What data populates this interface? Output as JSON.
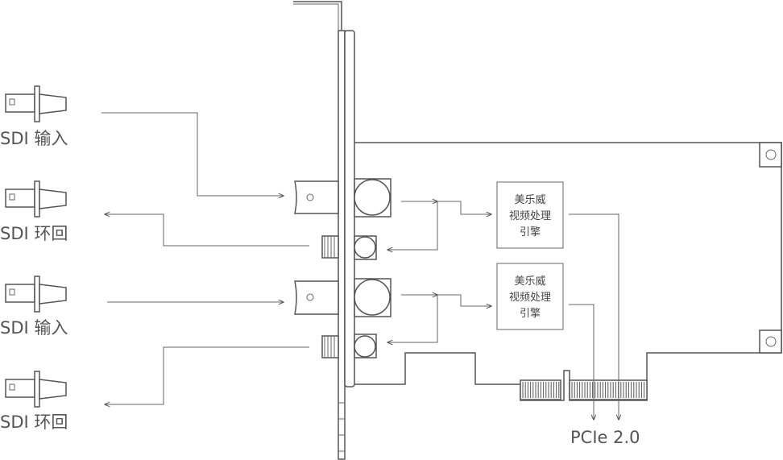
{
  "colors": {
    "line": "#555555",
    "text": "#555555",
    "background": "#ffffff"
  },
  "ports": [
    {
      "label": "SDI 输入",
      "direction": "input"
    },
    {
      "label": "SDI 环回",
      "direction": "loop-out"
    },
    {
      "label": "SDI 输入",
      "direction": "input"
    },
    {
      "label": "SDI 环回",
      "direction": "loop-out"
    }
  ],
  "engines": [
    {
      "lines": [
        "美乐威",
        "视频处理",
        "引擎"
      ]
    },
    {
      "lines": [
        "美乐威",
        "视频处理",
        "引擎"
      ]
    }
  ],
  "bus_label": "PCIe 2.0"
}
